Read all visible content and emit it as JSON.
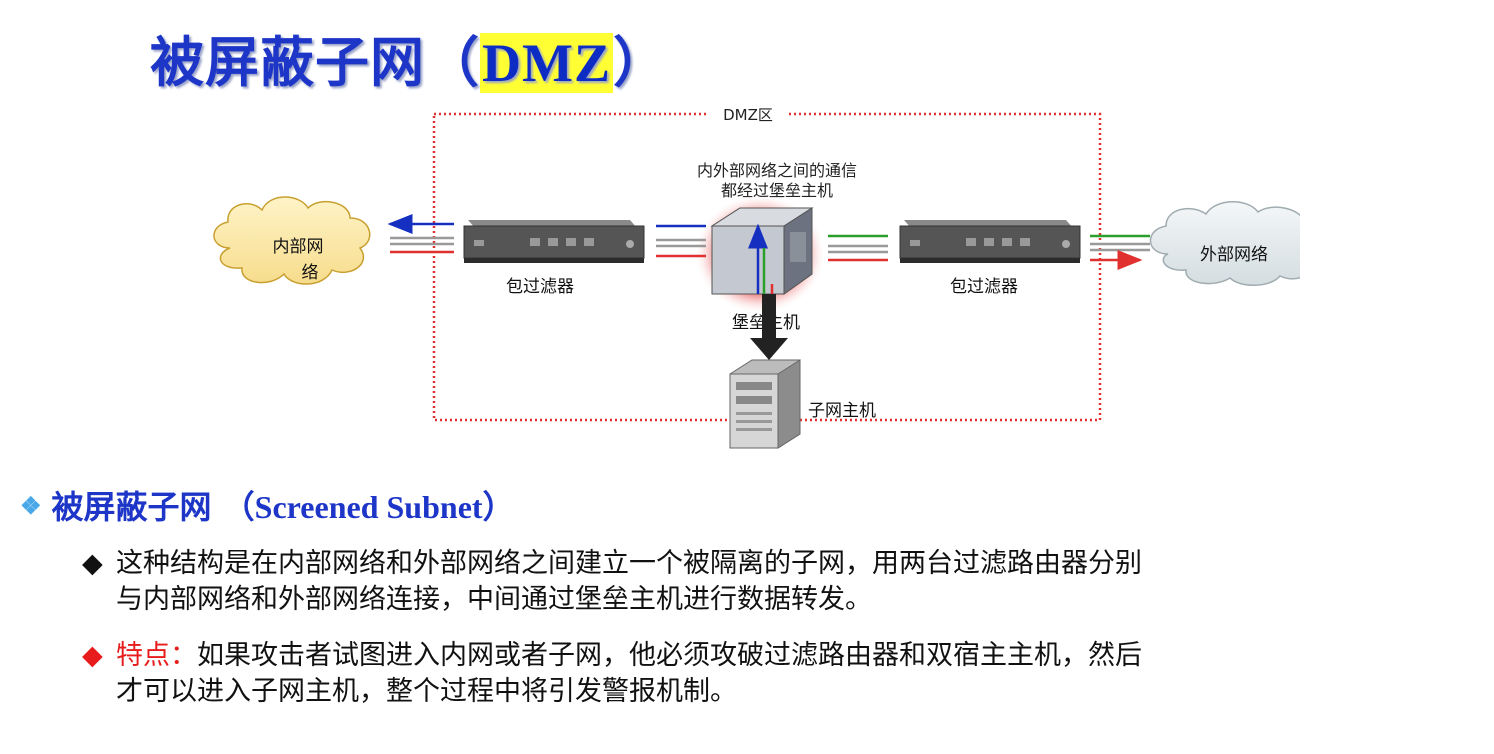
{
  "title": {
    "main": "被屏蔽子网（",
    "highlight": "DMZ",
    "tail": "）"
  },
  "diagram": {
    "dmz_label": "DMZ区",
    "note_line1": "内外部网络之间的通信",
    "note_line2": "都经过堡垒主机",
    "inner_network": [
      "内部网",
      "络"
    ],
    "outer_network": "外部网络",
    "filter_left": "包过滤器",
    "filter_right": "包过滤器",
    "bastion_host": "堡垒主机",
    "subnet_host": "子网主机"
  },
  "bullet": {
    "cn": "被屏蔽子网 ",
    "en": "（Screened Subnet）"
  },
  "paragraphs": {
    "p1_mark": "◆",
    "p1_line1": "这种结构是在内部网络和外部网络之间建立一个被隔离的子网，用两台过滤路由器分别",
    "p1_line2": "与内部网络和外部网络连接，中间通过堡垒主机进行数据转发。",
    "p2_mark": "◆",
    "p2_label": "特点：",
    "p2_line1": "如果攻击者试图进入内网或者子网，他必须攻破过滤路由器和双宿主主机，然后",
    "p2_line2": "才可以进入子网主机，整个过程中将引发警报机制。"
  }
}
